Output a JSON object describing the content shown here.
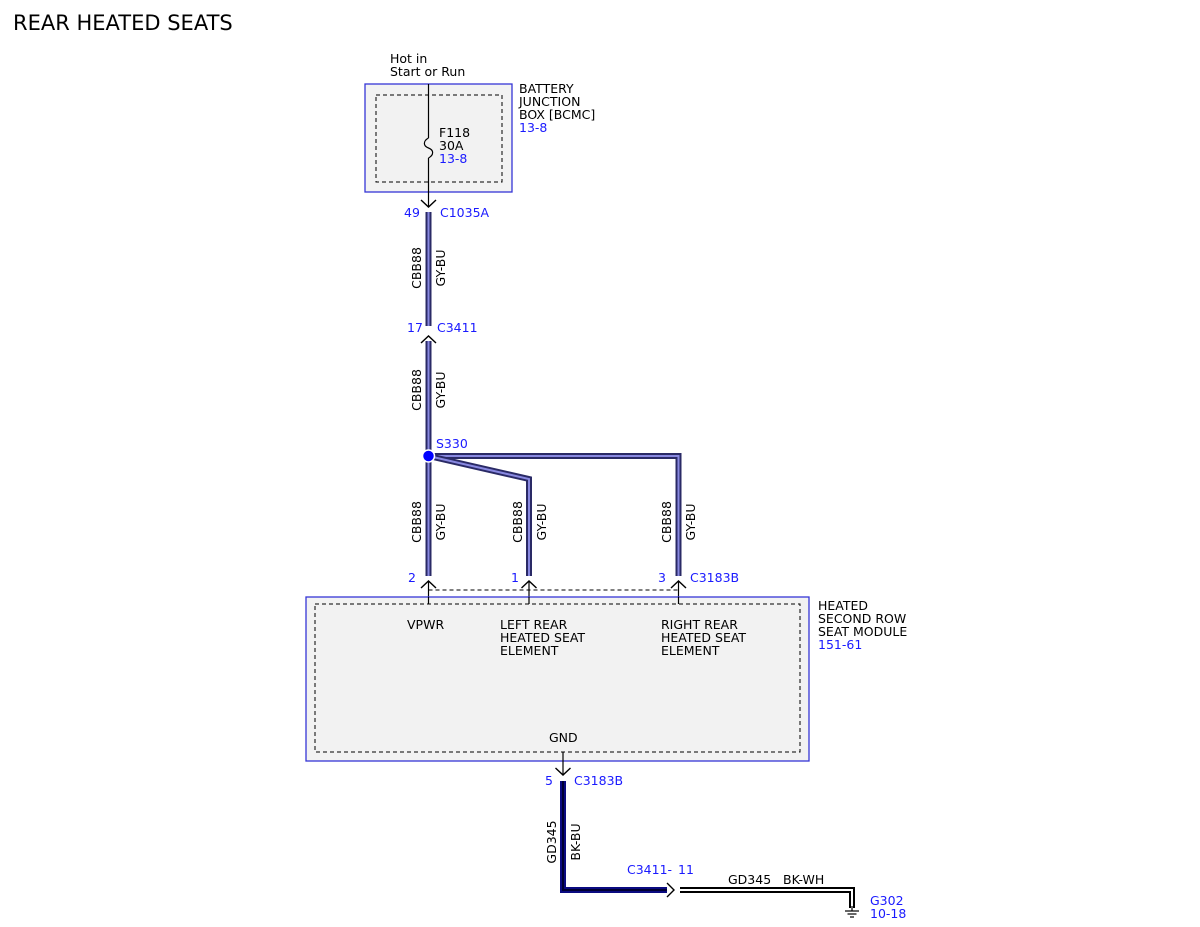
{
  "title": "REAR HEATED SEATS",
  "colors": {
    "ref_text": "#1a1aff",
    "box_border": "#3535d6",
    "box_fill": "#f2f2f2",
    "wire_gy_bu": "#2a2a66",
    "wire_bk_bu": "#0a0a80",
    "splice": "#0000ff"
  },
  "power_source": {
    "line1": "Hot in",
    "line2": "Start or Run"
  },
  "battery_junction_box": {
    "line1": "BATTERY",
    "line2": "JUNCTION",
    "line3": "BOX [BCMC]",
    "ref": "13-8",
    "fuse": {
      "name": "F118",
      "rating": "30A",
      "ref": "13-8"
    }
  },
  "connectors": {
    "c1035a": {
      "pin": "49",
      "name": "C1035A"
    },
    "c3411_top": {
      "pin": "17",
      "name": "C3411"
    },
    "c3183b_pin2": {
      "pin": "2"
    },
    "c3183b_pin1": {
      "pin": "1"
    },
    "c3183b_pin3": {
      "pin": "3",
      "name": "C3183B"
    },
    "c3183b_gnd": {
      "pin": "5",
      "name": "C3183B"
    },
    "c3411_bottom": {
      "name": "C3411-",
      "pin": "11"
    }
  },
  "splice": {
    "name": "S330"
  },
  "wires": {
    "main_upper": {
      "circuit": "CBB88",
      "color": "GY-BU"
    },
    "main_middle": {
      "circuit": "CBB88",
      "color": "GY-BU"
    },
    "main_lower": {
      "circuit": "CBB88",
      "color": "GY-BU"
    },
    "left_branch": {
      "circuit": "CBB88",
      "color": "GY-BU"
    },
    "right_branch": {
      "circuit": "CBB88",
      "color": "GY-BU"
    },
    "ground_vertical": {
      "circuit": "GD345",
      "color": "BK-BU"
    },
    "ground_horizontal": {
      "circuit": "GD345",
      "color": "BK-WH"
    }
  },
  "seat_module": {
    "line1": "HEATED",
    "line2": "SECOND ROW",
    "line3": "SEAT MODULE",
    "ref": "151-61",
    "vpwr_label": "VPWR",
    "left_element": {
      "line1": "LEFT REAR",
      "line2": "HEATED SEAT",
      "line3": "ELEMENT"
    },
    "right_element": {
      "line1": "RIGHT REAR",
      "line2": "HEATED SEAT",
      "line3": "ELEMENT"
    },
    "gnd_label": "GND"
  },
  "ground": {
    "name": "G302",
    "ref": "10-18"
  }
}
